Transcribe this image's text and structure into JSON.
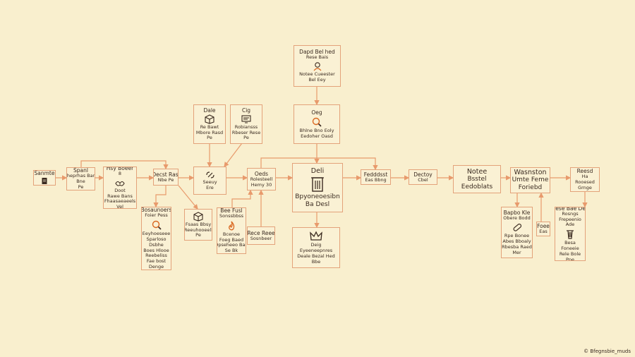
{
  "colors": {
    "background": "#f9efce",
    "edge": "#e89a6c",
    "box_border": "#e3a27a",
    "text": "#3a2a20"
  },
  "nodes": [
    {
      "id": "top",
      "lines": [
        "Dapd Bel hed",
        "Rese Bais"
      ],
      "icon": "person-icon",
      "lines2": [
        "Notee Cueester",
        "Bel Eey"
      ]
    },
    {
      "id": "dale",
      "lines": [
        "Dale"
      ],
      "icon": "box-icon",
      "lines2": [
        "Re Bawt",
        "Mbore Rasd",
        "Pe"
      ]
    },
    {
      "id": "cig",
      "lines": [
        "Cig"
      ],
      "icon": "monitor-icon",
      "lines2": [
        "Robiansss",
        "Rbeser Rese",
        "Pe"
      ]
    },
    {
      "id": "oeg",
      "lines": [
        "Oeg"
      ],
      "icon": "magnifier-icon",
      "lines2": [
        "Bhlne Bno Eoly",
        "Eedoher Oasd"
      ]
    },
    {
      "id": "start",
      "lines": [
        "Sanmte"
      ],
      "icon": "document-icon"
    },
    {
      "id": "spanl",
      "lines": [
        "Spanl",
        "Sheprhas Bant",
        "Bne",
        "Pe"
      ]
    },
    {
      "id": "hsy",
      "lines": [
        "Hsy Boeer",
        "8"
      ],
      "icon": "hands-icon",
      "lines2": [
        "Doot",
        "Rawe Bans",
        "Fhaasaeaeels",
        "Vel"
      ]
    },
    {
      "id": "decst",
      "lines": [
        "Decst Rasl",
        "Nbe Pe"
      ]
    },
    {
      "id": "seeuy",
      "lines": [],
      "icon": "link-icon",
      "lines2": [
        "Seeuy",
        "Ere"
      ]
    },
    {
      "id": "ceds",
      "lines": [
        "Oeds",
        "Rolesteell",
        "Hemy 30"
      ]
    },
    {
      "id": "dell",
      "lines": [
        "Deli"
      ],
      "icon": "server-icon",
      "lines2": [
        "Bpyoneoesibn",
        "Ba Desl"
      ]
    },
    {
      "id": "feddsst",
      "lines": [
        "Fedddsst",
        "Eas Bbng"
      ]
    },
    {
      "id": "dectoy",
      "lines": [
        "Dectoy",
        "Cbel"
      ]
    },
    {
      "id": "notee",
      "lines": [
        "Notee",
        "Bsstel",
        "Eedoblats"
      ]
    },
    {
      "id": "wasn",
      "lines": [
        "Wasnston",
        "Umte Feme",
        "Foriebd"
      ]
    },
    {
      "id": "reesd",
      "lines": [
        "Reesd",
        "Ha",
        "Rooesed",
        "Grnge"
      ]
    },
    {
      "id": "lower1",
      "lines": [
        "Bosaunoers",
        "Foier Pess"
      ],
      "icon": "magnifier-icon",
      "lines2": [
        "Eeyhoeseee",
        "Sparloso",
        "Dsbhe",
        "Boes Hlooe",
        "Reebeliss",
        "Fae bost",
        "Denge"
      ]
    },
    {
      "id": "lower2",
      "lines": [],
      "icon": "box-icon",
      "lines2": [
        "Fsaas Bbsy",
        "Reeuhooeell",
        "Pe"
      ]
    },
    {
      "id": "lower3",
      "lines": [
        "Bee Fusl",
        "Sonssbbss"
      ],
      "icon": "flame-icon",
      "lines2": [
        "Bcenoe",
        "Foeg Baed",
        "Dpseheeo Bad",
        "Se Bk"
      ]
    },
    {
      "id": "lower4",
      "lines": [
        "Rece Reee",
        "Sosnbeer"
      ]
    },
    {
      "id": "lower5",
      "lines": [],
      "icon": "crown-icon",
      "lines2": [
        "Deig",
        "Eyeeneepnres",
        "Deale Bezal Hed",
        "Bbe"
      ]
    },
    {
      "id": "lower6",
      "lines": [
        "Bapbo Kle",
        "Obere Bodd"
      ],
      "icon": "pill-icon",
      "lines2": [
        "Rpe Bonee",
        "Abes Bboaly",
        "Rbesba Raed",
        "Mer"
      ]
    },
    {
      "id": "lower7",
      "lines": [
        "Foee",
        "Eas"
      ]
    },
    {
      "id": "lower8",
      "lines": [
        "Bese Bae Des",
        "Rosngs",
        "Frepeenio",
        "Ade"
      ],
      "icon": "trash-icon",
      "lines2": [
        "Besa",
        "Foneeie",
        "Rele Bole",
        "Ppe"
      ]
    }
  ],
  "corner_label": "© Bfegnsbie_muds"
}
